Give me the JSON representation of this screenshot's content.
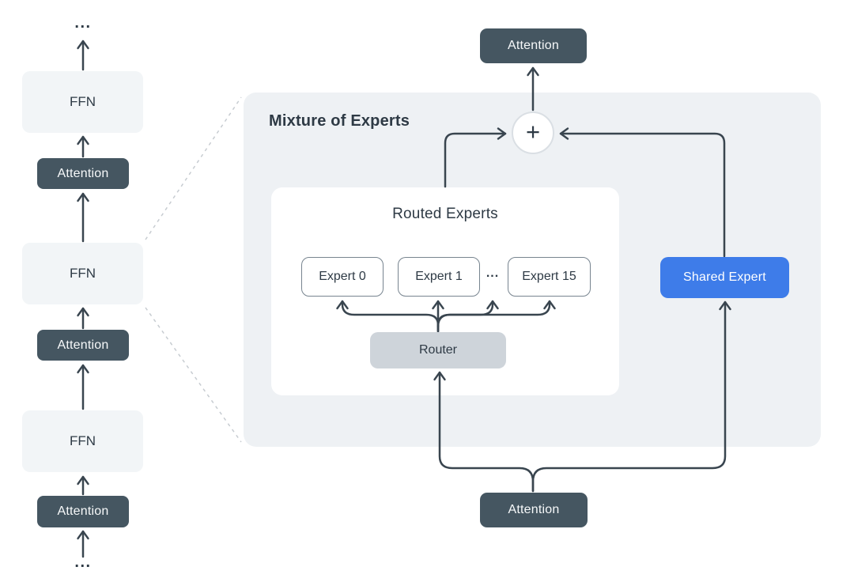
{
  "colors": {
    "background": "#ffffff",
    "panel": "#eef1f4",
    "ffn_fill": "#f2f5f7",
    "dark_fill": "#455661",
    "dark_text": "#2e3a45",
    "light_text": "#f7f9fa",
    "line": "#39454f",
    "dashed_line": "#c7ccd1",
    "router_fill": "#ced4da",
    "expert_border": "#77848f",
    "shared_expert_fill": "#3e7ce9",
    "circle_border": "#dadfe4",
    "routed_box_fill": "#ffffff"
  },
  "left_stack": {
    "ellipsis_top": "...",
    "blocks": [
      {
        "label": "FFN"
      },
      {
        "label": "Attention"
      },
      {
        "label": "FFN"
      },
      {
        "label": "Attention"
      },
      {
        "label": "FFN"
      },
      {
        "label": "Attention"
      }
    ],
    "ellipsis_bottom": "..."
  },
  "moe_panel": {
    "title": "Mixture of Experts",
    "top_attention_label": "Attention",
    "bottom_attention_label": "Attention",
    "sum_symbol": "+",
    "routed_experts": {
      "title": "Routed Experts",
      "experts": [
        {
          "label": "Expert 0"
        },
        {
          "label": "Expert 1"
        },
        {
          "label": "Expert 15"
        }
      ],
      "ellipsis": "...",
      "router_label": "Router"
    },
    "shared_expert_label": "Shared Expert"
  }
}
